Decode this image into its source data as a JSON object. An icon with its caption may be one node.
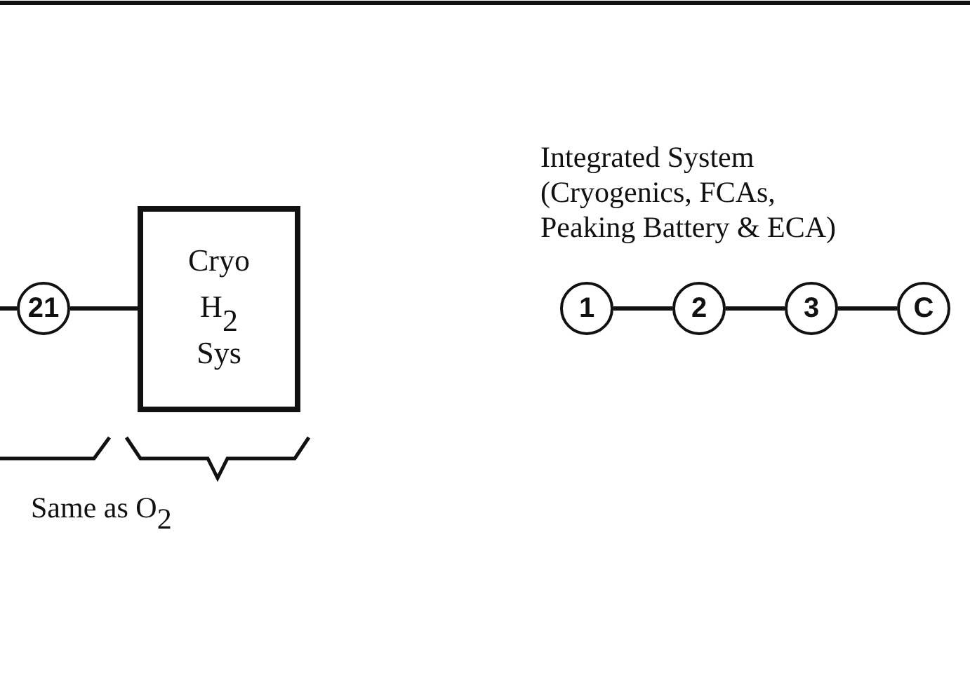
{
  "diagram": {
    "nodes": [
      {
        "text": [
          "21"
        ]
      },
      {
        "text": [
          "Cryo H$_{2}$ Sys"
        ]
      },
      {
        "text": [
          "1"
        ]
      },
      {
        "text": [
          "2"
        ]
      },
      {
        "text": [
          "3"
        ]
      },
      {
        "text": [
          "C"
        ]
      }
    ],
    "edges": [
      {
        "from": null,
        "to": 0,
        "arrow": "none"
      },
      {
        "from": 0,
        "to": 1,
        "arrow": "none"
      },
      {
        "from": 2,
        "to": 3,
        "arrow": "none"
      },
      {
        "from": 3,
        "to": 4,
        "arrow": "none"
      },
      {
        "from": 4,
        "to": 5,
        "arrow": "none"
      }
    ],
    "labels": [
      "Integrated System (Cryogenics, FCAs, Peaking Battery & ECA)",
      "Same as O$_{2}$"
    ]
  }
}
